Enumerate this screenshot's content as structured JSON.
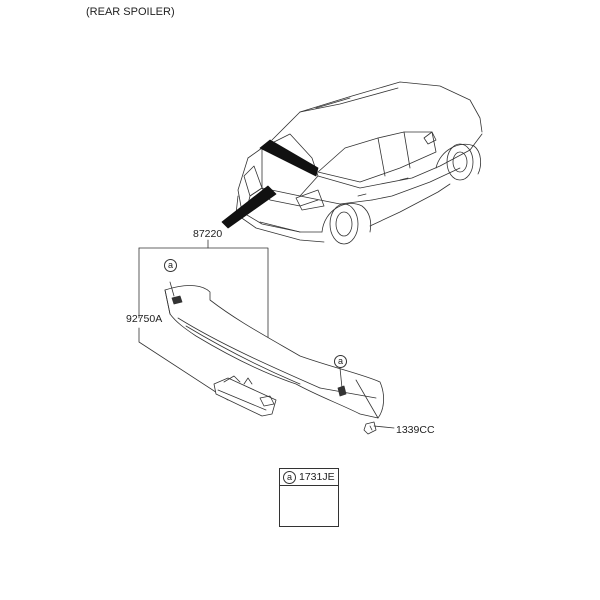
{
  "diagram": {
    "title": "(REAR SPOILER)",
    "callouts": {
      "spoiler_assembly": "87220",
      "stop_lamp": "92750A",
      "nut": "1339CC"
    },
    "fastener_marker": "a",
    "legend": {
      "marker": "a",
      "part_number": "1731JE"
    }
  }
}
